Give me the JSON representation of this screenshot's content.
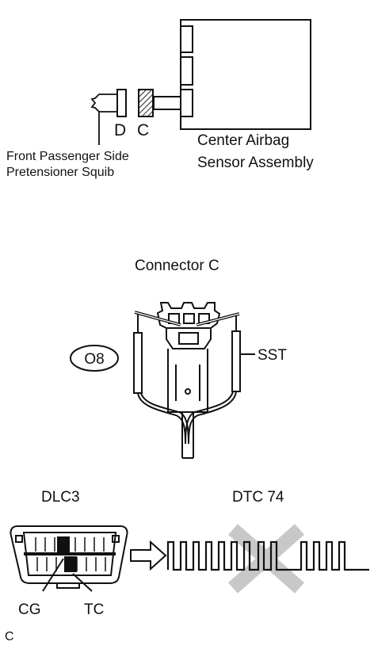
{
  "section_top": {
    "connector_d": "D",
    "connector_c": "C",
    "squib_line1": "Front Passenger Side",
    "squib_line2": "Pretensioner Squib",
    "sensor_line1": "Center Airbag",
    "sensor_line2": "Sensor Assembly"
  },
  "section_middle": {
    "title": "Connector C",
    "code_badge": "O8",
    "tool_label": "SST"
  },
  "section_bottom": {
    "dlc_label": "DLC3",
    "dtc_label": "DTC 74",
    "pin_cg": "CG",
    "pin_tc": "TC",
    "corner_code": "C"
  },
  "colors": {
    "line": "#111111",
    "x_mark": "#c8c8c8",
    "hatch": "#333333"
  }
}
